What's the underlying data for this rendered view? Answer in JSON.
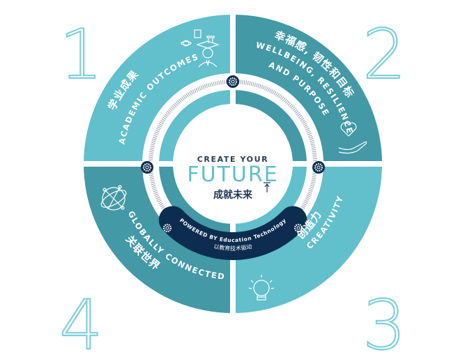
{
  "numbers": [
    "1",
    "2",
    "3",
    "4"
  ],
  "center": {
    "line1": "CREATE YOUR",
    "line2": "FUTURE",
    "line3": "成就未来"
  },
  "segments": {
    "academic": {
      "en": "ACADEMIC OUTCOMES",
      "zh": "学业成果"
    },
    "wellbeing": {
      "zh": "幸福感, 韧性和目标",
      "en1": "WELLBEING, RESILIENCE",
      "en2": "AND PURPOSE"
    },
    "creativity": {
      "en": "CREATIVITY",
      "zh": "创造力"
    },
    "global": {
      "en": "GLOBALLY CONNECTED",
      "zh": "关联世界"
    }
  },
  "band": {
    "en": "POWERED BY Education Technology",
    "zh": "以教育技术驱动"
  },
  "colors": {
    "light": "#62bfcc",
    "dark": "#4399a6",
    "navy": "#0c2d4f",
    "outline": "#7fd0dc"
  }
}
